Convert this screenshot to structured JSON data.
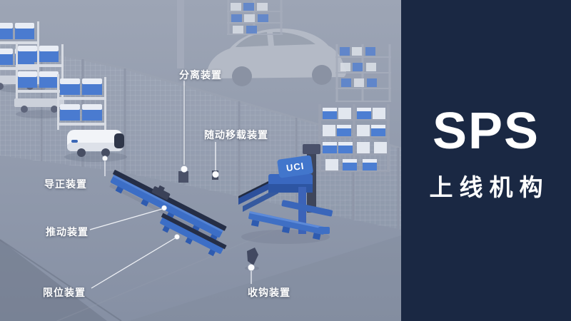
{
  "panel": {
    "title": "SPS",
    "subtitle": "上线机构"
  },
  "scene": {
    "labels": [
      {
        "id": "separation",
        "text": "分离装置"
      },
      {
        "id": "follow-transfer",
        "text": "随动移载装置"
      },
      {
        "id": "guiding",
        "text": "导正装置"
      },
      {
        "id": "pushing",
        "text": "推动装置"
      },
      {
        "id": "limit",
        "text": "限位装置"
      },
      {
        "id": "hook-retract",
        "text": "收钩装置"
      }
    ],
    "machine": {
      "logo": "UCI"
    }
  },
  "colors": {
    "panel_bg": "#1a2843",
    "scene_bg_top": "#9da5b5",
    "scene_bg_bottom": "#8690a4",
    "machine_blue": "#3c6ec6",
    "box_blue": "#4c7ed2",
    "label_text": "#ffffff"
  }
}
